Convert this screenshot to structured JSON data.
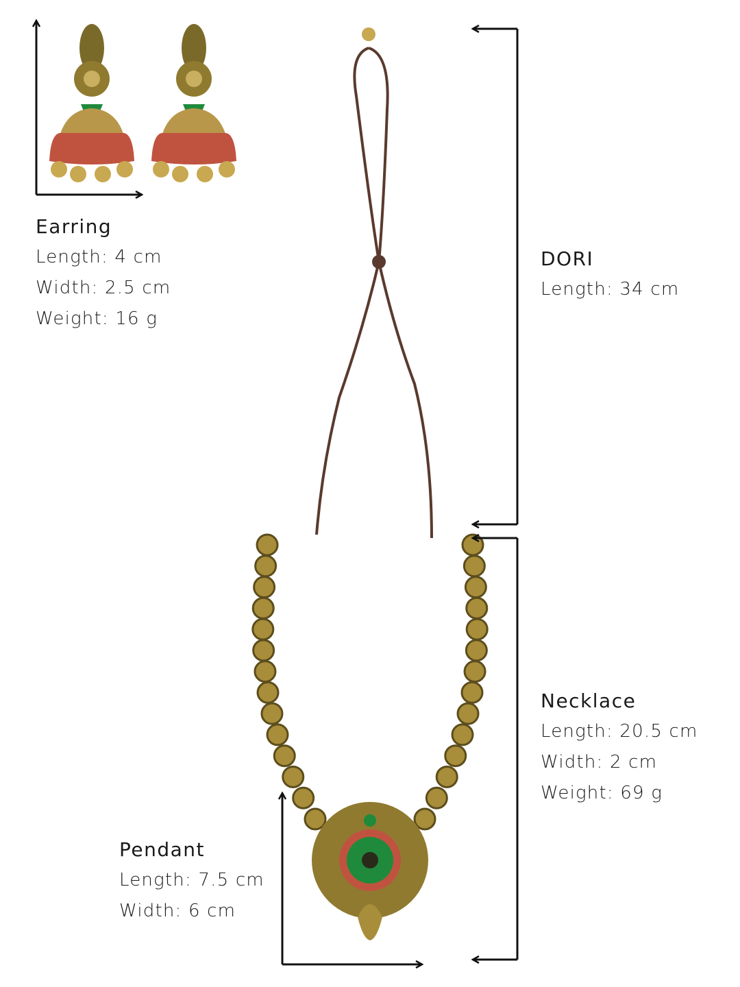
{
  "earring": {
    "title": "Earring",
    "lines": [
      "Length: 4 cm",
      "Width: 2.5 cm",
      "Weight: 16 g"
    ]
  },
  "dori": {
    "title": "DORI",
    "lines": [
      "Length: 34 cm"
    ]
  },
  "necklace": {
    "title": "Necklace",
    "lines": [
      "Length: 20.5 cm",
      "Width: 2 cm",
      "Weight: 69 g"
    ]
  },
  "pendant": {
    "title": "Pendant",
    "lines": [
      "Length: 7.5 cm",
      "Width: 6 cm"
    ]
  },
  "colors": {
    "gold": "#a88d3a",
    "dori": "#5a3a2e",
    "red": "#c0533f",
    "green": "#1f8a3c",
    "arrow": "#111111"
  }
}
